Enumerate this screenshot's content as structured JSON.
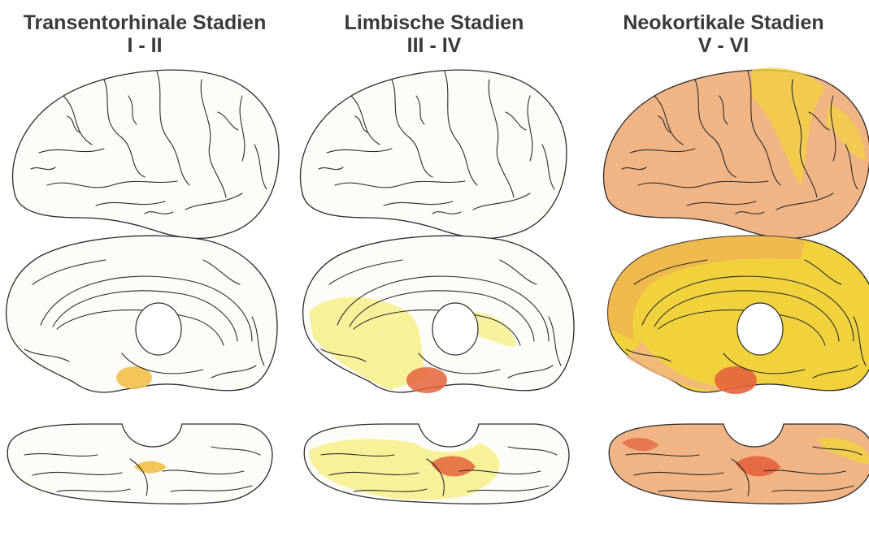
{
  "columns": [
    {
      "title": "Transentorhinale Stadien",
      "stages": "I - II"
    },
    {
      "title": "Limbische Stadien",
      "stages": "III - IV"
    },
    {
      "title": "Neokortikale Stadien",
      "stages": "V - VI"
    }
  ],
  "colors": {
    "outline": "#2b2b2b",
    "cortex": "#fdfcf8",
    "pale_yellow": "#f6ef8a",
    "yellow": "#f2d23c",
    "orange": "#eda95a",
    "peach": "#f0b485",
    "red": "#e4633c"
  }
}
